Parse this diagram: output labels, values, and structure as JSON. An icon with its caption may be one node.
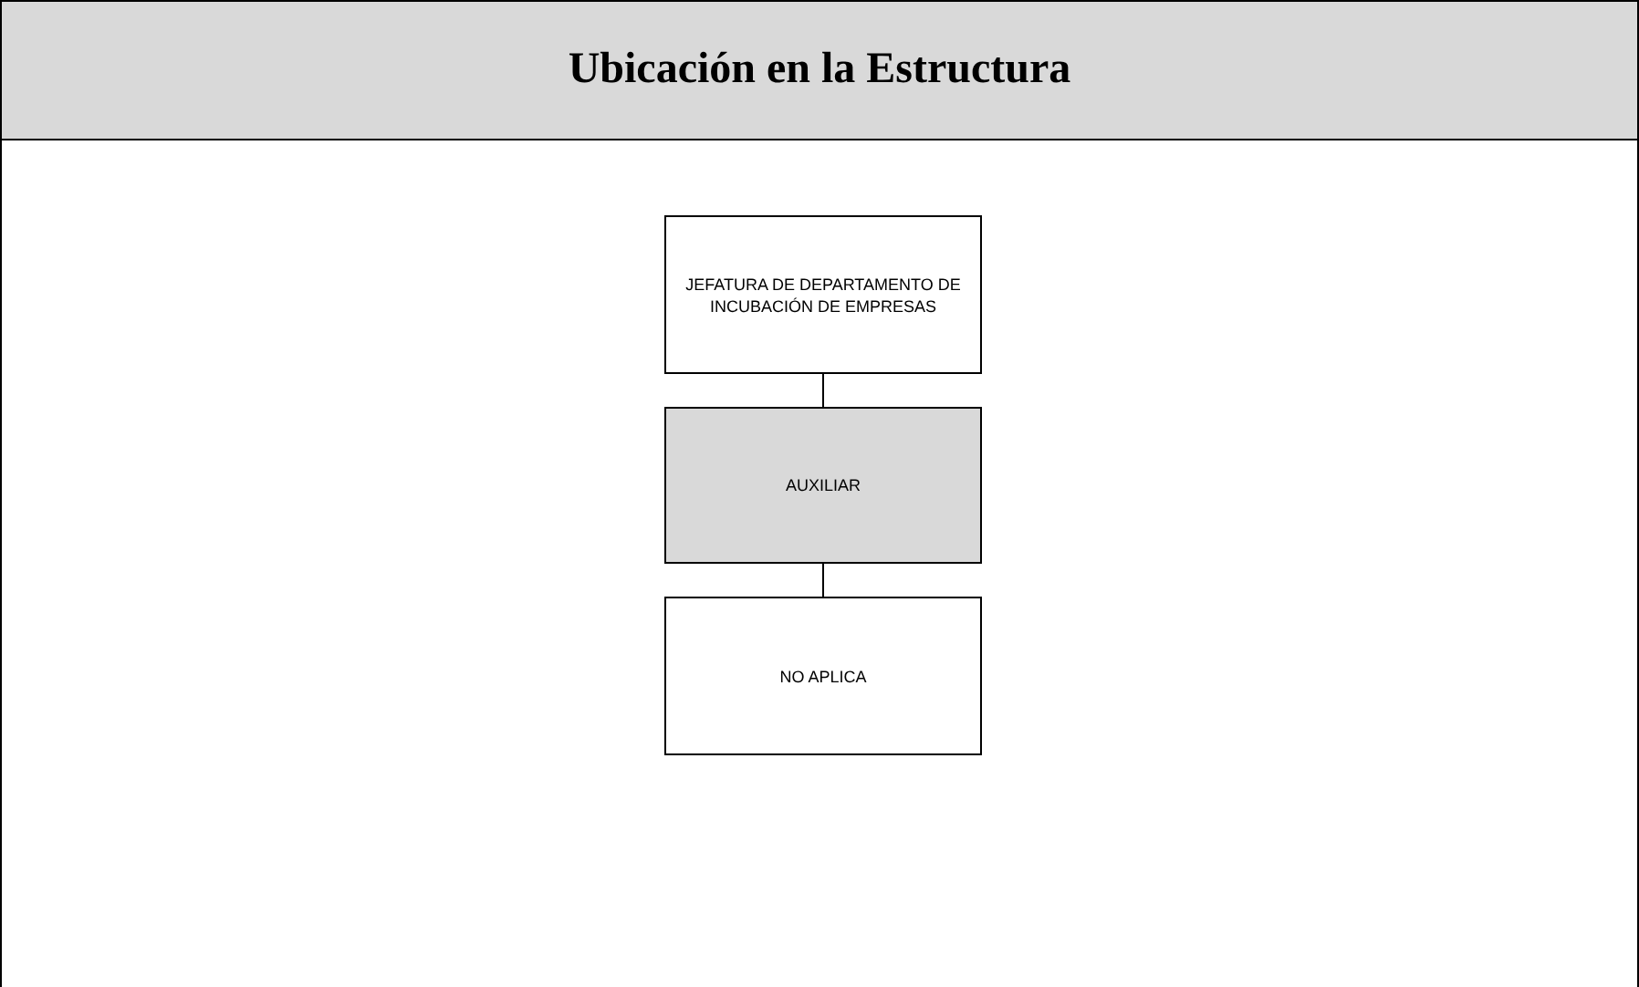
{
  "diagram": {
    "title": "Ubicación en la Estructura",
    "nodes": [
      {
        "text": [
          "JEFATURA DE DEPARTAMENTO DE INCUBACIÓN DE EMPRESAS"
        ]
      },
      {
        "text": [
          "AUXILIAR"
        ]
      },
      {
        "text": [
          "NO APLICA"
        ]
      }
    ],
    "edges": [
      {
        "from": 0,
        "to": 1,
        "arrow": "none"
      },
      {
        "from": 1,
        "to": 2,
        "arrow": "none"
      }
    ]
  }
}
